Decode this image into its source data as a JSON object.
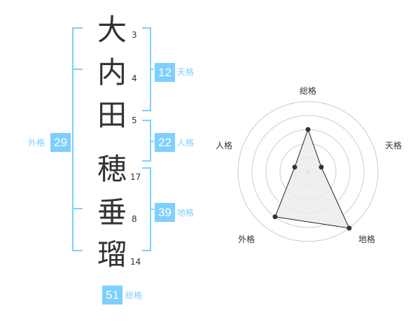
{
  "name": {
    "characters": [
      {
        "char": "大",
        "strokes": "3"
      },
      {
        "char": "内",
        "strokes": "4"
      },
      {
        "char": "田",
        "strokes": "5"
      },
      {
        "char": "穂",
        "strokes": "17"
      },
      {
        "char": "垂",
        "strokes": "8"
      },
      {
        "char": "瑠",
        "strokes": "14"
      }
    ]
  },
  "grid": {
    "tenkaku": {
      "value": "12",
      "label": "天格"
    },
    "jinkaku": {
      "value": "22",
      "label": "人格"
    },
    "chikaku": {
      "value": "39",
      "label": "地格"
    },
    "gaikaku": {
      "value": "29",
      "label": "外格"
    },
    "soukaku": {
      "value": "51",
      "label": "総格"
    }
  },
  "radar": {
    "labels": {
      "top": "総格",
      "right": "天格",
      "bottom_right": "地格",
      "bottom_left": "外格",
      "left": "人格"
    },
    "levels": {
      "soukaku": 3,
      "tenkaku": 1,
      "chikaku": 5,
      "gaikaku": 4,
      "jinkaku": 1
    },
    "max_level": 5
  },
  "colors": {
    "accent": "#7dcfff",
    "text": "#333333",
    "grid": "#cccccc",
    "fill": "#ebebeb"
  }
}
